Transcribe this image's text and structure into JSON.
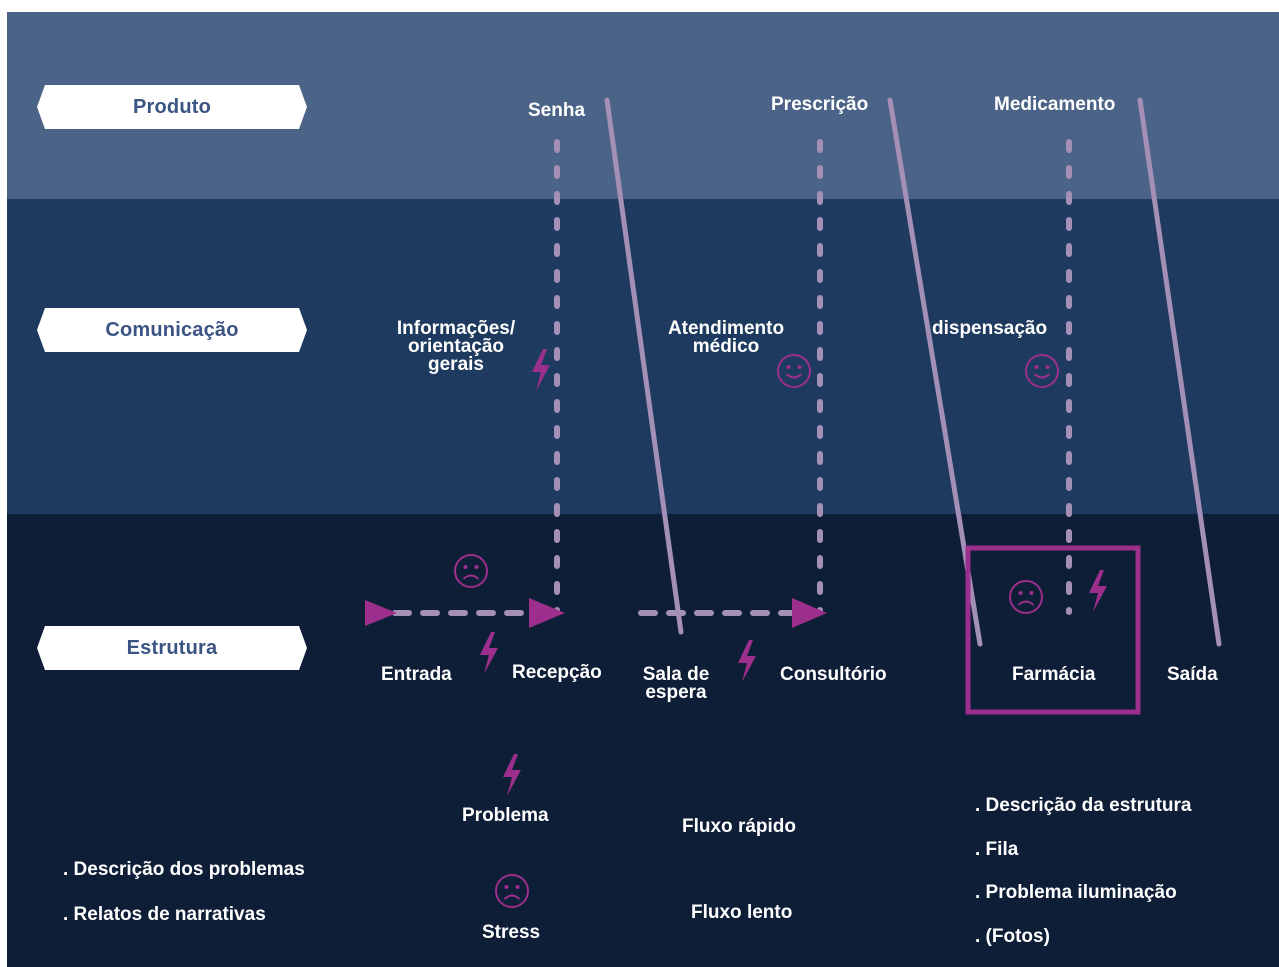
{
  "rows": {
    "produto": "Produto",
    "comunicacao": "Comunicação",
    "estrutura": "Estrutura"
  },
  "produto_items": {
    "senha": "Senha",
    "prescricao": "Prescrição",
    "medicamento": "Medicamento"
  },
  "comunicacao_items": {
    "informacoes": "Informações/ orientação gerais",
    "atendimento": "Atendimento médico",
    "dispensacao": "dispensação"
  },
  "estrutura_items": {
    "entrada": "Entrada",
    "recepcao": "Recepção",
    "sala": "Sala de espera",
    "consultorio": "Consultório",
    "farmacia": "Farmácia",
    "saida": "Saída"
  },
  "legend": {
    "problema": "Problema",
    "stress": "Stress",
    "fluxo_rapido": "Fluxo rápido",
    "fluxo_lento": "Fluxo lento"
  },
  "notes_left": [
    ". Descrição dos problemas",
    ". Relatos de narrativas"
  ],
  "notes_right": [
    ". Descrição da estrutura",
    ". Fila",
    ". Problema iluminação",
    ". (Fotos)"
  ],
  "colors": {
    "top_band": "#4b6386",
    "mid_band": "#1f3a5f",
    "bottom_band": "#0f1e37",
    "magenta": "#9b2f8b",
    "lilac": "#a48fb6",
    "tag_text": "#3b5484"
  }
}
